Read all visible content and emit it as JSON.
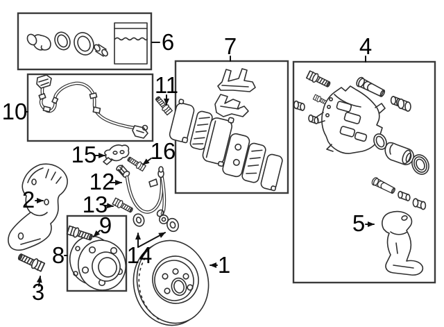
{
  "diagram": {
    "colors": {
      "background": "#ffffff",
      "line_art": "#2e2e2e",
      "box_border": "#3a3a3a",
      "label_text": "#000000"
    },
    "labels": {
      "n1": "1",
      "n2": "2",
      "n3": "3",
      "n4": "4",
      "n5": "5",
      "n6": "6",
      "n7": "7",
      "n8": "8",
      "n9": "9",
      "n10": "10",
      "n11": "11",
      "n12": "12",
      "n13": "13",
      "n14": "14",
      "n15": "15",
      "n16": "16"
    }
  }
}
